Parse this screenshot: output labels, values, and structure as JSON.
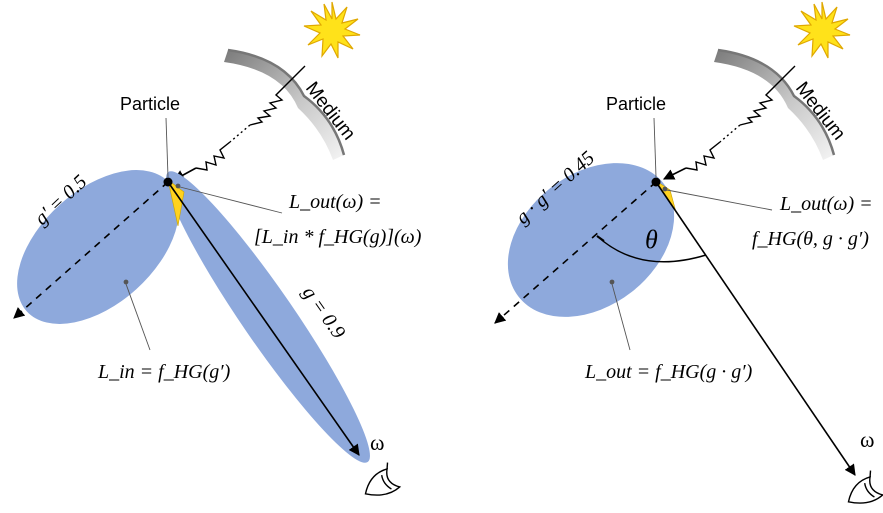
{
  "colors": {
    "lobe": "#8ea9dc",
    "cone": "#ffd21f",
    "sun": "#ffe21a",
    "medium_dark": "#777777",
    "medium_light": "#f2f2f2"
  },
  "left_panel": {
    "medium_label": "Medium",
    "particle_label": "Particle",
    "g_prime_label": "g′ = 0.5",
    "g_label": "g = 0.9",
    "omega_label": "ω",
    "lout_line1": "L_out(ω) =",
    "lout_line2": "[L_in * f_HG(g)](ω)",
    "lin_label": "L_in = f_HG(g′)",
    "icons": [
      "sun-icon",
      "medium-arc",
      "photon-path",
      "eye-icon"
    ]
  },
  "right_panel": {
    "medium_label": "Medium",
    "particle_label": "Particle",
    "gg_label": "g · g′ = 0.45",
    "theta_label": "θ",
    "omega_label": "ω",
    "lout_line1": "L_out(ω) =",
    "lout_line2": "f_HG(θ, g · g′)",
    "lout_lobe_label": "L_out = f_HG(g · g′)",
    "icons": [
      "sun-icon",
      "medium-arc",
      "photon-path",
      "eye-icon"
    ]
  }
}
